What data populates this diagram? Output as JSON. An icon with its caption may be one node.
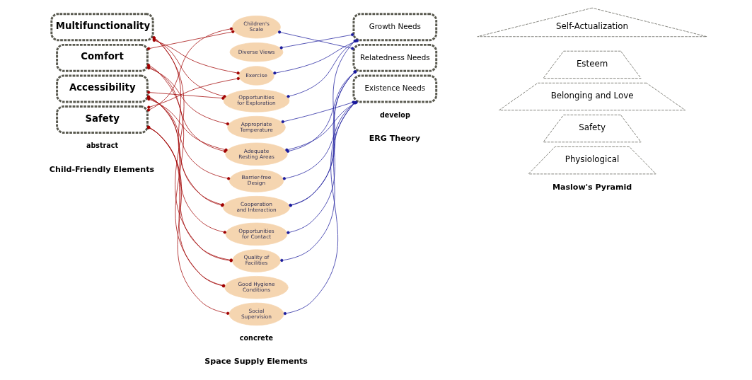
{
  "diagram": {
    "nodes": [
      {
        "text": [
          "Multifunctionality"
        ]
      },
      {
        "text": [
          "Comfort"
        ]
      },
      {
        "text": [
          "Accessibility"
        ]
      },
      {
        "text": [
          "Safety"
        ]
      },
      {
        "text": [
          "Children's Scale"
        ]
      },
      {
        "text": [
          "Diverse Views"
        ]
      },
      {
        "text": [
          "Exercise"
        ]
      },
      {
        "text": [
          "Opportunities for Exploration"
        ]
      },
      {
        "text": [
          "Appropriate Temperature"
        ]
      },
      {
        "text": [
          "Adequate Resting Areas"
        ]
      },
      {
        "text": [
          "Barrier-free Design"
        ]
      },
      {
        "text": [
          "Cooperation and Interaction"
        ]
      },
      {
        "text": [
          "Opportunities for Contact"
        ]
      },
      {
        "text": [
          "Quality of Facilities"
        ]
      },
      {
        "text": [
          "Good Hygiene Conditions"
        ]
      },
      {
        "text": [
          "Social Supervision"
        ]
      },
      {
        "text": [
          "Growth Needs"
        ]
      },
      {
        "text": [
          "Relatedness Needs"
        ]
      },
      {
        "text": [
          "Existence Needs"
        ]
      },
      {
        "text": [
          "Self-Actualization"
        ]
      },
      {
        "text": [
          "Esteem"
        ]
      },
      {
        "text": [
          "Belonging and Love"
        ]
      },
      {
        "text": [
          "Safety"
        ]
      },
      {
        "text": [
          "Physiological"
        ]
      }
    ],
    "edges": [
      {
        "from": 0,
        "to": 6,
        "arrow": "other"
      },
      {
        "from": 0,
        "to": 7,
        "arrow": "other"
      },
      {
        "from": 0,
        "to": 11,
        "arrow": "other"
      },
      {
        "from": 0,
        "to": 13,
        "arrow": "other"
      },
      {
        "from": 1,
        "to": 4,
        "arrow": "other"
      },
      {
        "from": 1,
        "to": 8,
        "arrow": "other"
      },
      {
        "from": 1,
        "to": 9,
        "arrow": "other"
      },
      {
        "from": 1,
        "to": 14,
        "arrow": "other"
      },
      {
        "from": 2,
        "to": 7,
        "arrow": "other"
      },
      {
        "from": 2,
        "to": 10,
        "arrow": "other"
      },
      {
        "from": 2,
        "to": 9,
        "arrow": "other"
      },
      {
        "from": 2,
        "to": 11,
        "arrow": "other"
      },
      {
        "from": 2,
        "to": 12,
        "arrow": "other"
      },
      {
        "from": 3,
        "to": 4,
        "arrow": "other"
      },
      {
        "from": 3,
        "to": 6,
        "arrow": "other"
      },
      {
        "from": 3,
        "to": 13,
        "arrow": "other"
      },
      {
        "from": 3,
        "to": 14,
        "arrow": "other"
      },
      {
        "from": 3,
        "to": 15,
        "arrow": "other"
      },
      {
        "from": 4,
        "to": 17,
        "arrow": "other",
        "color": "#1a1a9c"
      },
      {
        "from": 5,
        "to": 16,
        "arrow": "other",
        "color": "#1a1a9c"
      },
      {
        "from": 6,
        "to": 16,
        "arrow": "other",
        "color": "#1a1a9c"
      },
      {
        "from": 7,
        "to": 16,
        "arrow": "other",
        "color": "#1a1a9c"
      },
      {
        "from": 8,
        "to": 18,
        "arrow": "other",
        "color": "#1a1a9c"
      },
      {
        "from": 9,
        "to": 17,
        "arrow": "other",
        "color": "#1a1a9c"
      },
      {
        "from": 9,
        "to": 18,
        "arrow": "other",
        "color": "#1a1a9c"
      },
      {
        "from": 10,
        "to": 18,
        "arrow": "other",
        "color": "#1a1a9c"
      },
      {
        "from": 11,
        "to": 16,
        "arrow": "other",
        "color": "#1a1a9c"
      },
      {
        "from": 11,
        "to": 17,
        "arrow": "other",
        "color": "#1a1a9c"
      },
      {
        "from": 12,
        "to": 17,
        "arrow": "other",
        "color": "#1a1a9c"
      },
      {
        "from": 13,
        "to": 18,
        "arrow": "other",
        "color": "#1a1a9c"
      },
      {
        "from": 15,
        "to": 18,
        "arrow": "other",
        "color": "#1a1a9c"
      }
    ],
    "labels": [
      "abstract",
      "concrete",
      "develop",
      "Child-Friendly Elements",
      "Space Supply Elements",
      "ERG Theory",
      "Maslow's Pyramid"
    ]
  }
}
